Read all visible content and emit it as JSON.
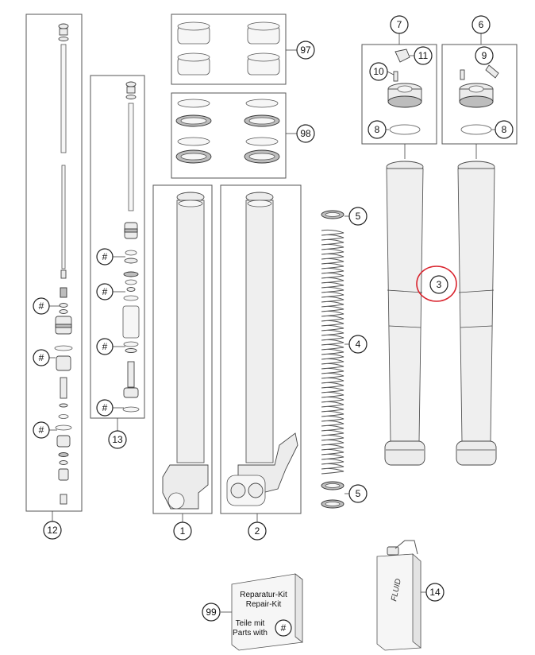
{
  "callouts": {
    "c1": "1",
    "c2": "2",
    "c3": "3",
    "c4": "4",
    "c5a": "5",
    "c5b": "5",
    "c6": "6",
    "c7": "7",
    "c8a": "8",
    "c8b": "8",
    "c9": "9",
    "c10": "10",
    "c11": "11",
    "c12": "12",
    "c13": "13",
    "c14": "14",
    "c97": "97",
    "c98": "98",
    "c99": "99"
  },
  "hash_marks": {
    "h12a": "#",
    "h12b": "#",
    "h12c": "#",
    "h13a": "#",
    "h13b": "#",
    "h13c": "#",
    "h13d": "#",
    "kit": "#"
  },
  "repair_kit": {
    "line1": "Reparatur-Kit",
    "line2": "Repair-Kit",
    "line3": "Teile mit",
    "line4": "Parts with"
  },
  "fluid_label": "FLUID",
  "colors": {
    "highlight": "#d9232d",
    "line": "#444444"
  }
}
